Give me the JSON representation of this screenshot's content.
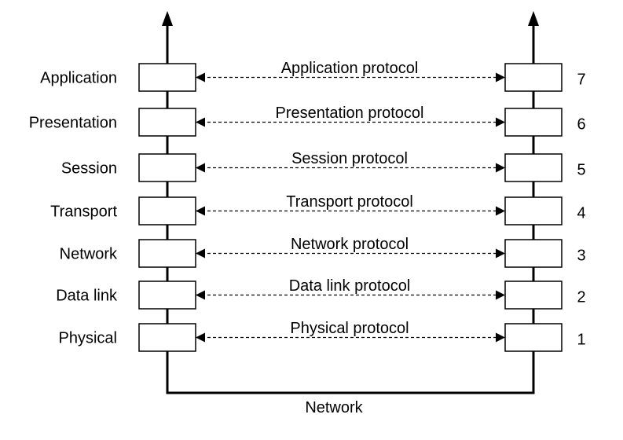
{
  "diagram": {
    "layers": [
      {
        "name": "Application",
        "number": "7",
        "protocol": "Application protocol"
      },
      {
        "name": "Presentation",
        "number": "6",
        "protocol": "Presentation protocol"
      },
      {
        "name": "Session",
        "number": "5",
        "protocol": "Session protocol"
      },
      {
        "name": "Transport",
        "number": "4",
        "protocol": "Transport protocol"
      },
      {
        "name": "Network",
        "number": "3",
        "protocol": "Network protocol"
      },
      {
        "name": "Data link",
        "number": "2",
        "protocol": "Data link protocol"
      },
      {
        "name": "Physical",
        "number": "1",
        "protocol": "Physical protocol"
      }
    ],
    "network_label": "Network",
    "colors": {
      "stroke": "#000000",
      "background": "#ffffff"
    }
  }
}
